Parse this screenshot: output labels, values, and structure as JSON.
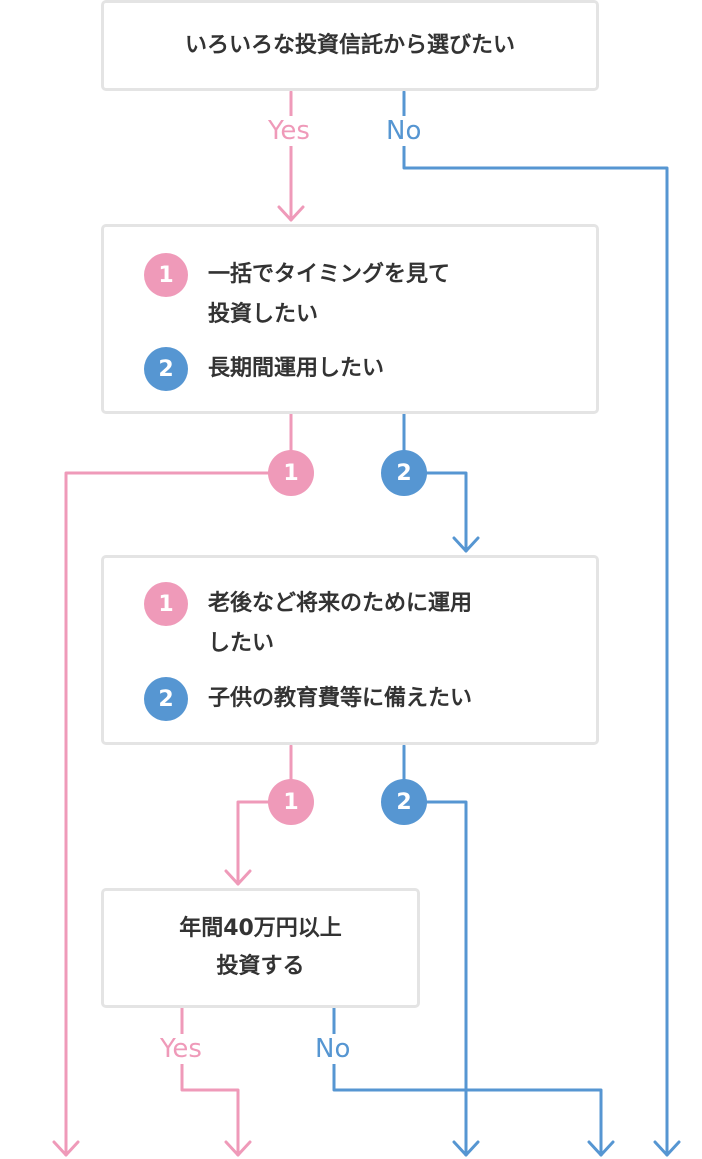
{
  "colors": {
    "yes": "#ef9ab9",
    "no": "#5696d2",
    "box_border": "#e4e4e4",
    "text": "#333333"
  },
  "q1": {
    "text": "いろいろな投資信託から選びたい",
    "yes": "Yes",
    "no": "No"
  },
  "q2": {
    "options": [
      {
        "num": "1",
        "text": "一括でタイミングを見て\n投資したい"
      },
      {
        "num": "2",
        "text": "長期間運用したい"
      }
    ],
    "branch": [
      "1",
      "2"
    ]
  },
  "q3": {
    "options": [
      {
        "num": "1",
        "text": "老後など将来のために運用\nしたい"
      },
      {
        "num": "2",
        "text": "子供の教育費等に備えたい"
      }
    ],
    "branch": [
      "1",
      "2"
    ]
  },
  "q4": {
    "line1": "年間40万円以上",
    "line2": "投資する",
    "yes": "Yes",
    "no": "No"
  }
}
